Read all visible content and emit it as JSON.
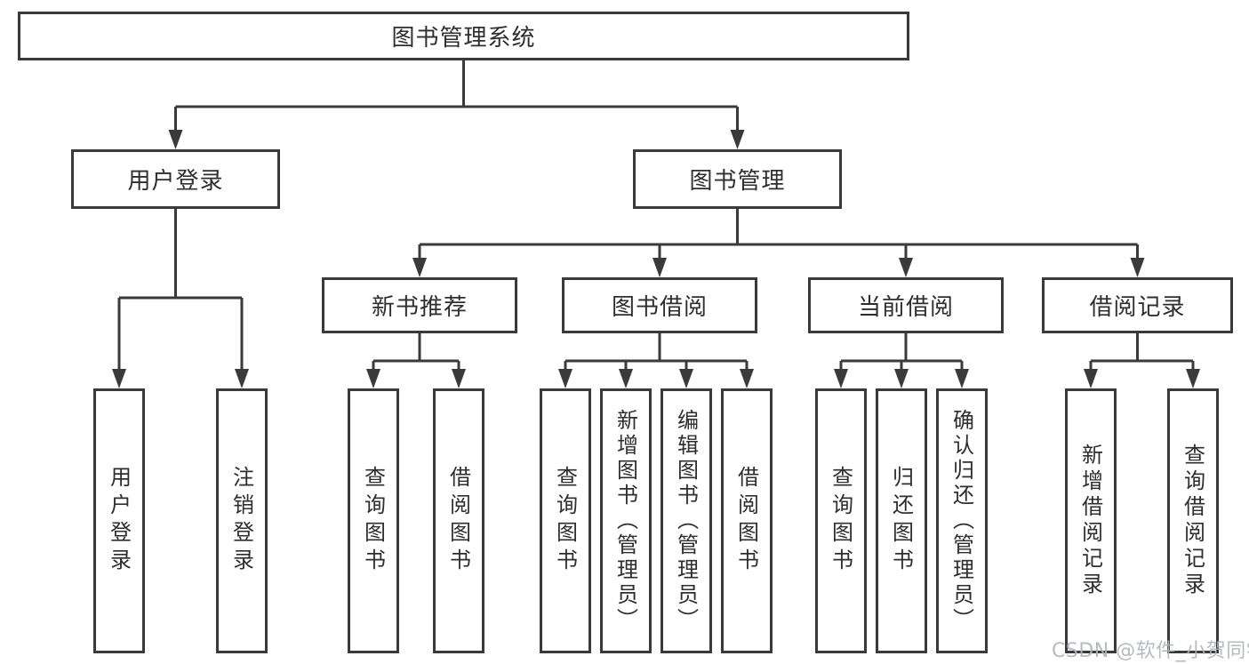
{
  "diagram": {
    "root": {
      "label": "图书管理系统"
    },
    "branches": {
      "user_login_group": {
        "label": "用户登录"
      },
      "book_management": {
        "label": "图书管理"
      }
    },
    "book_management_children": {
      "new_book_recommend": {
        "label": "新书推荐"
      },
      "book_borrowing": {
        "label": "图书借阅"
      },
      "current_borrowing": {
        "label": "当前借阅"
      },
      "borrow_records": {
        "label": "借阅记录"
      }
    },
    "leaves": {
      "user_login": {
        "label": "用户登录"
      },
      "logout": {
        "label": "注销登录"
      },
      "nbr_query_books": {
        "label": "查询图书"
      },
      "nbr_borrow_books": {
        "label": "借阅图书"
      },
      "bb_query_books": {
        "label": "查询图书"
      },
      "bb_add_book_admin": {
        "label": "新增图书（管理员）"
      },
      "bb_edit_book_admin": {
        "label": "编辑图书（管理员）"
      },
      "bb_borrow_books": {
        "label": "借阅图书"
      },
      "cb_query_books": {
        "label": "查询图书"
      },
      "cb_return_books": {
        "label": "归还图书"
      },
      "cb_confirm_return_admin": {
        "label": "确认归还（管理员）"
      },
      "br_add_record": {
        "label": "新增借阅记录"
      },
      "br_query_record": {
        "label": "查询借阅记录"
      }
    }
  },
  "watermark": {
    "text": "CSDN @软件_小贺同学"
  },
  "colors": {
    "line": "#3a3a3a",
    "text": "#2e2e2e",
    "watermark": "#b1b5b9",
    "background": "#ffffff"
  }
}
